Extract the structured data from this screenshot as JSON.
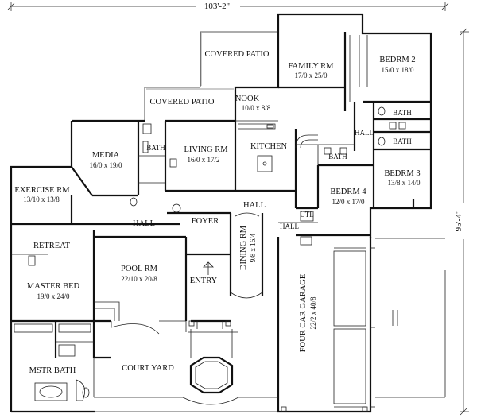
{
  "dimensions": {
    "overall_width": "103'-2\"",
    "overall_depth": "95'-4\""
  },
  "rooms": {
    "covered_patio_north": {
      "name": "COVERED PATIO"
    },
    "family_rm": {
      "name": "FAMILY RM",
      "size": "17/0 x 25/0"
    },
    "bedrm_2": {
      "name": "BEDRM 2",
      "size": "15/0 x 18/0"
    },
    "covered_patio_mid": {
      "name": "COVERED PATIO"
    },
    "nook": {
      "name": "NOOK",
      "size": "10/0 x 8/8"
    },
    "bath_a": {
      "name": "BATH"
    },
    "bath_b": {
      "name": "BATH"
    },
    "bath_c": {
      "name": "BATH"
    },
    "bath_d": {
      "name": "BATH"
    },
    "hall_east": {
      "name": "HALL"
    },
    "media": {
      "name": "MEDIA",
      "size": "16/0 x 19/0"
    },
    "living_rm": {
      "name": "LIVING RM",
      "size": "16/0 x 17/2"
    },
    "kitchen": {
      "name": "KITCHEN"
    },
    "bedrm_3": {
      "name": "BEDRM 3",
      "size": "13/8 x 14/0"
    },
    "exercise_rm": {
      "name": "EXERCISE RM",
      "size": "13/10 x 13/8"
    },
    "bedrm_4": {
      "name": "BEDRM 4",
      "size": "12/0 x 17/0"
    },
    "hall_center": {
      "name": "HALL"
    },
    "hall_west": {
      "name": "HALL"
    },
    "foyer": {
      "name": "FOYER"
    },
    "utl": {
      "name": "UTL"
    },
    "hall_small": {
      "name": "HALL"
    },
    "retreat": {
      "name": "RETREAT"
    },
    "dining_rm": {
      "name": "DINING RM",
      "size": "9/8 x 16/4"
    },
    "pool_rm": {
      "name": "POOL RM",
      "size": "22/10 x 20/8"
    },
    "master_bed": {
      "name": "MASTER BED",
      "size": "19/0 x 24/0"
    },
    "entry": {
      "name": "ENTRY"
    },
    "four_car_garage": {
      "name": "FOUR CAR GARAGE",
      "size": "22/2 x 40/8"
    },
    "court_yard": {
      "name": "COURT YARD"
    },
    "mstr_bath": {
      "name": "MSTR BATH"
    }
  }
}
